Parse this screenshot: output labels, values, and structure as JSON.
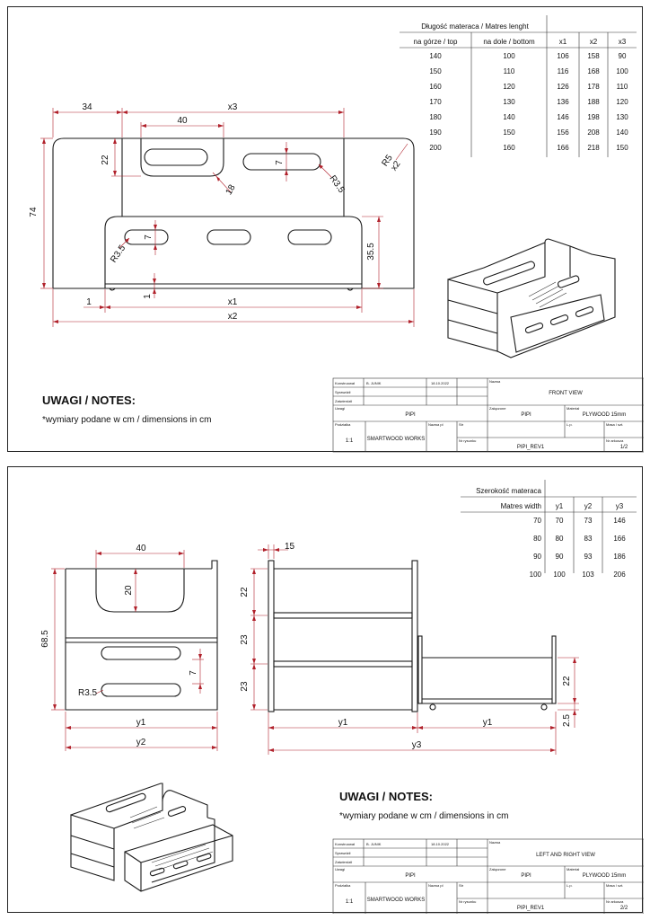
{
  "sheet1": {
    "table": {
      "title": "Długość materaca / Matres lenght",
      "headers": [
        "na górze / top",
        "na dole / bottom",
        "x1",
        "x2",
        "x3"
      ],
      "rows": [
        [
          "140",
          "100",
          "106",
          "158",
          "90"
        ],
        [
          "150",
          "110",
          "116",
          "168",
          "100"
        ],
        [
          "160",
          "120",
          "126",
          "178",
          "110"
        ],
        [
          "170",
          "130",
          "136",
          "188",
          "120"
        ],
        [
          "180",
          "140",
          "146",
          "198",
          "130"
        ],
        [
          "190",
          "150",
          "156",
          "208",
          "140"
        ],
        [
          "200",
          "160",
          "166",
          "218",
          "150"
        ]
      ]
    },
    "dims": {
      "d34": "34",
      "x3": "x3",
      "d40": "40",
      "d22": "22",
      "d74": "74",
      "d7a": "7",
      "d7b": "7",
      "r35a": "R3.5",
      "r35b": "R3.5",
      "r5": "R5\nx2",
      "r5a": "R5",
      "r5b": "x2",
      "d18": "18",
      "d355": "35.5",
      "d1a": "1",
      "d1b": "1",
      "x1": "x1",
      "x2": "x2"
    },
    "notes": {
      "heading": "UWAGI / NOTES:",
      "body": "*wymiary podane w cm / dimensions in cm"
    },
    "title_block": {
      "lbl_konstruowal": "Konstruował",
      "konstruowal": "B. JUNIK",
      "date": "18.10.2022",
      "lbl_sprawdzil": "Sprawdził",
      "lbl_zatwierdzil": "Zatwierdził",
      "lbl_nazwa": "Nazwa",
      "view": "FRONT VIEW",
      "lbl_uwagi": "Uwagi",
      "product": "PIPI",
      "lbl_zalaczone": "Załączone",
      "zalaczone": "PIPI",
      "lbl_material": "Materiał",
      "material": "PLYWOOD 15mm",
      "lbl_podzialka": "Podziałka",
      "scale": "1:1",
      "lbl_nazwa_pl": "Nazwa pl",
      "company": "SMARTWOOD WORKS",
      "lbl_str": "Str",
      "lbl_lp": "L.p.",
      "lbl_masa": "Masa / szt.",
      "lbl_nr_rysunku": "Nr rysunku",
      "drawing_no": "PIPI_REV1",
      "lbl_nr_arkusza": "Nr arkusza",
      "sheet": "1/2"
    }
  },
  "sheet2": {
    "table": {
      "title": "Szerokość materaca",
      "headers": [
        "Matres width",
        "y1",
        "y2",
        "y3"
      ],
      "rows": [
        [
          "70",
          "70",
          "73",
          "146"
        ],
        [
          "80",
          "80",
          "83",
          "166"
        ],
        [
          "90",
          "90",
          "93",
          "186"
        ],
        [
          "100",
          "100",
          "103",
          "206"
        ]
      ]
    },
    "dims": {
      "d40": "40",
      "d20": "20",
      "d685": "68.5",
      "d7": "7",
      "r35": "R3.5",
      "y1a": "y1",
      "y2": "y2",
      "d15": "15",
      "d22a": "22",
      "d23a": "23",
      "d23b": "23",
      "y1b": "y1",
      "y1c": "y1",
      "y3": "y3",
      "d22b": "22",
      "d25": "2.5"
    },
    "notes": {
      "heading": "UWAGI / NOTES:",
      "body": "*wymiary podane w cm / dimensions in cm"
    },
    "title_block": {
      "lbl_konstruowal": "Konstruował",
      "konstruowal": "B. JUNIK",
      "date": "18.10.2022",
      "lbl_sprawdzil": "Sprawdził",
      "lbl_zatwierdzil": "Zatwierdził",
      "lbl_nazwa": "Nazwa",
      "view": "LEFT AND RIGHT VIEW",
      "lbl_uwagi": "Uwagi",
      "product": "PIPI",
      "lbl_zalaczone": "Załączone",
      "zalaczone": "PIPI",
      "lbl_material": "Materiał",
      "material": "PLYWOOD 15mm",
      "lbl_podzialka": "Podziałka",
      "scale": "1:1",
      "lbl_nazwa_pl": "Nazwa pl",
      "company": "SMARTWOOD WORKS",
      "lbl_str": "Str",
      "lbl_lp": "L.p.",
      "lbl_masa": "Masa / szt.",
      "lbl_nr_rysunku": "Nr rysunku",
      "drawing_no": "PIPI_REV1",
      "lbl_nr_arkusza": "Nr arkusza",
      "sheet": "2/2"
    }
  },
  "colors": {
    "dimension": "#b0202a",
    "line": "#1a1a1a"
  }
}
